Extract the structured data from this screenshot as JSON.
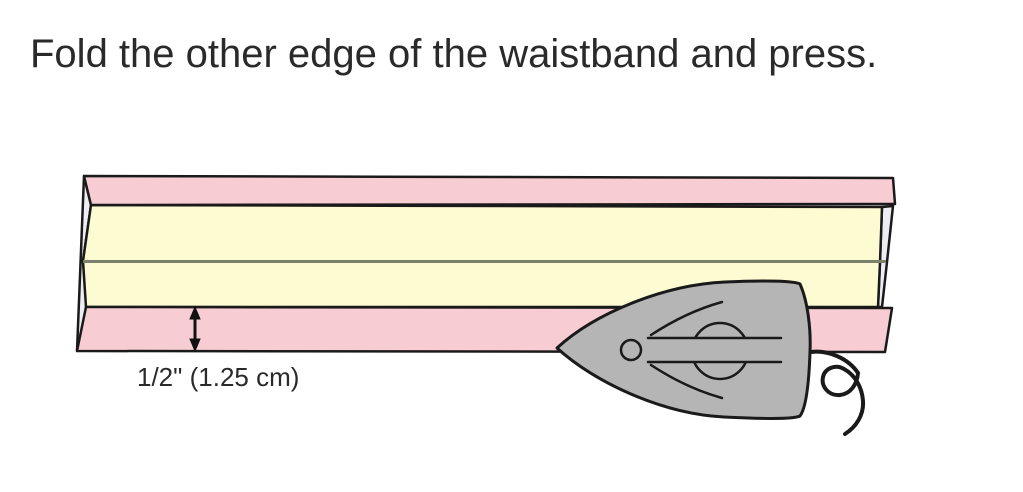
{
  "title": "Fold the other edge of the waistband and press.",
  "diagram": {
    "measurement_label": "1/2\" (1.25 cm)",
    "icons": {
      "iron": "iron-top-view-icon",
      "arrow": "double-headed-vertical-arrow"
    }
  },
  "colors": {
    "fabric_pink": "#f7cdd3",
    "fabric_yellow": "#fdfbd1",
    "fold_edge_light": "#eeedf3",
    "fold_line_gray": "#7d806c",
    "iron_gray": "#b5b5b5",
    "outline_black": "#1a1a1a",
    "title_text": "#2a2a2a"
  }
}
